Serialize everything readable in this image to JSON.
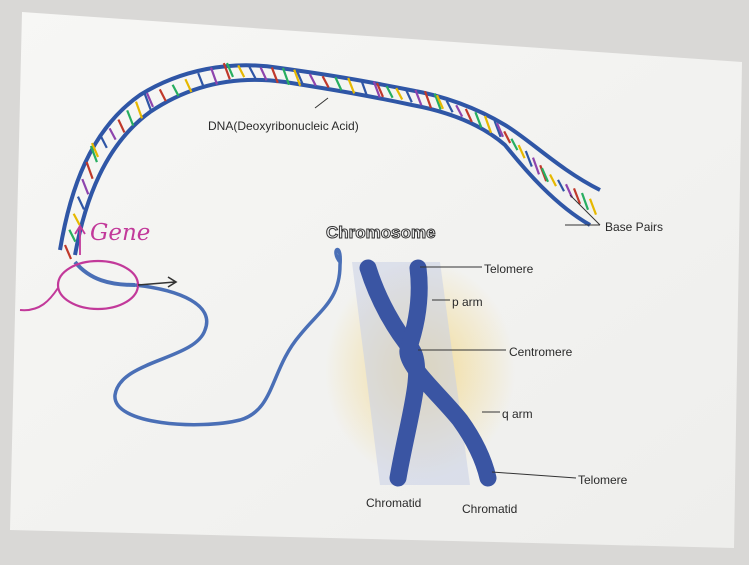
{
  "diagram": {
    "dna_label": "DNA(Deoxyribonucleic Acid)",
    "base_pairs_label": "Base Pairs",
    "gene_label": "Gene",
    "chromosome_title": "Chromosome",
    "telomere_top": "Telomere",
    "p_arm": "p arm",
    "centromere": "Centromere",
    "q_arm": "q arm",
    "telomere_bottom": "Telomere",
    "chromatid_left": "Chromatid",
    "chromatid_right": "Chromatid"
  },
  "colors": {
    "dna_strand": "#2f56a6",
    "chromosome": "#3a55a3",
    "gene_annotation": "#c2399a",
    "highlight": "#f0d27a"
  }
}
